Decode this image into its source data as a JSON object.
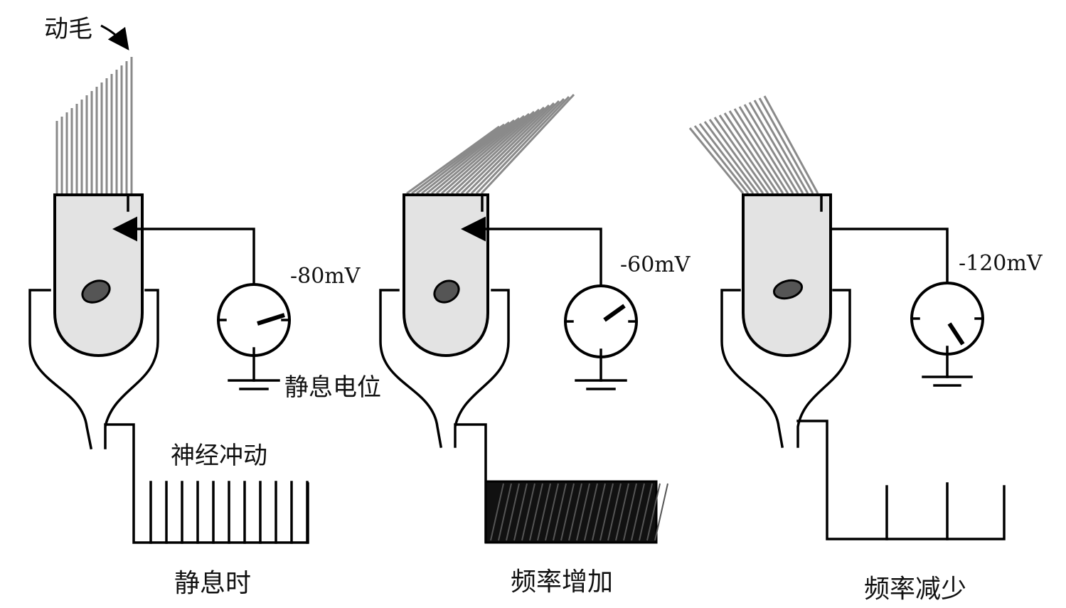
{
  "labels": {
    "cilia": "动毛",
    "resting_potential": "静息电位",
    "nerve_impulse": "神经冲动"
  },
  "panels": [
    {
      "voltage": "-80mV",
      "caption": "静息时"
    },
    {
      "voltage": "-60mV",
      "caption": "频率增加"
    },
    {
      "voltage": "-120mV",
      "caption": "频率减少"
    }
  ],
  "colors": {
    "ink": "#000000",
    "cell_fill": "#e3e3e3",
    "hair": "#8a8a8a",
    "nucleus": "#555555"
  }
}
